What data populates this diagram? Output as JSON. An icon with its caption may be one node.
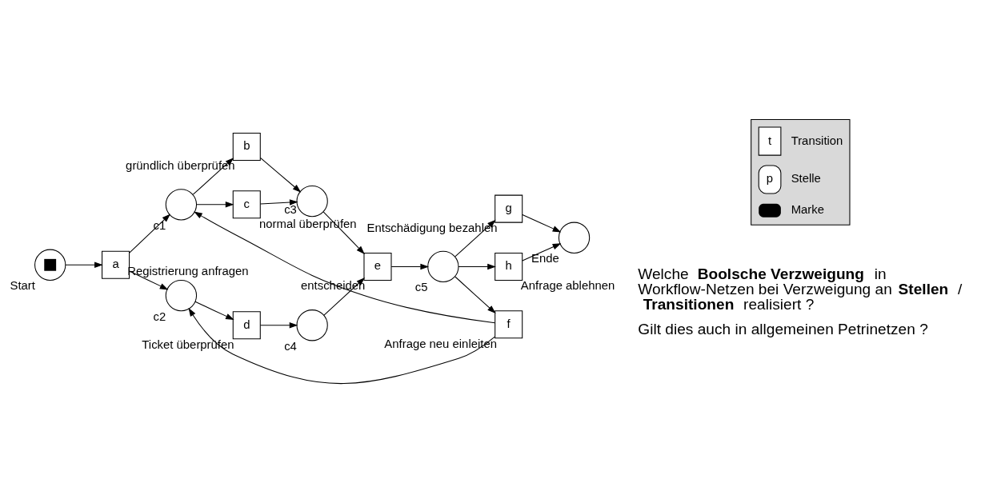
{
  "diagram": {
    "nodes": [
      {
        "text": [],
        "shape": "circle",
        "beside": [
          "Start"
        ]
      },
      {
        "text": [
          "a"
        ],
        "beside": [
          "Registrierung anfragen"
        ]
      },
      {
        "text": [],
        "shape": "circle",
        "beside": [
          "c1"
        ]
      },
      {
        "text": [],
        "shape": "circle",
        "beside": [
          "c2"
        ]
      },
      {
        "text": [
          "b"
        ],
        "beside": [
          "gründlich überprüfen"
        ]
      },
      {
        "text": [
          "c"
        ],
        "beside": [
          "normal überprüfen"
        ]
      },
      {
        "text": [
          "d"
        ],
        "beside": [
          "Ticket überprüfen"
        ]
      },
      {
        "text": [],
        "shape": "circle",
        "beside": [
          "c3"
        ]
      },
      {
        "text": [],
        "shape": "circle",
        "beside": [
          "c4"
        ]
      },
      {
        "text": [
          "e"
        ],
        "beside": [
          "entscheiden"
        ]
      },
      {
        "text": [],
        "shape": "circle",
        "beside": [
          "c5"
        ]
      },
      {
        "text": [
          "g"
        ],
        "beside": [
          "Entschädigung bezahlen"
        ]
      },
      {
        "text": [
          "h"
        ],
        "beside": [
          "Anfrage ablehnen"
        ]
      },
      {
        "text": [
          "f"
        ],
        "beside": [
          "Anfrage neu einleiten"
        ]
      },
      {
        "text": [],
        "shape": "circle",
        "beside": [
          "Ende"
        ]
      }
    ],
    "edges": [
      {
        "from": 0,
        "to": 1,
        "arrow": "to"
      },
      {
        "from": 1,
        "to": 2,
        "arrow": "to"
      },
      {
        "from": 1,
        "to": 3,
        "arrow": "to"
      },
      {
        "from": 2,
        "to": 4,
        "arrow": "to"
      },
      {
        "from": 2,
        "to": 5,
        "arrow": "to"
      },
      {
        "from": 3,
        "to": 6,
        "arrow": "to"
      },
      {
        "from": 4,
        "to": 7,
        "arrow": "to"
      },
      {
        "from": 5,
        "to": 7,
        "arrow": "to"
      },
      {
        "from": 6,
        "to": 8,
        "arrow": "to"
      },
      {
        "from": 7,
        "to": 9,
        "arrow": "to"
      },
      {
        "from": 8,
        "to": 9,
        "arrow": "to"
      },
      {
        "from": 9,
        "to": 10,
        "arrow": "to"
      },
      {
        "from": 10,
        "to": 11,
        "arrow": "to"
      },
      {
        "from": 10,
        "to": 12,
        "arrow": "to"
      },
      {
        "from": 11,
        "to": 14,
        "arrow": "to"
      },
      {
        "from": 12,
        "to": 14,
        "arrow": "to"
      },
      {
        "from": 10,
        "to": 13,
        "arrow": "to"
      },
      {
        "from": 13,
        "to": 3,
        "arrow": "to"
      },
      {
        "from": 13,
        "to": 2,
        "arrow": "to"
      }
    ],
    "labels": [
      "t",
      "p",
      "Welche **Boolsche Verzweigung** in Workflow-Netzen bei Verzweigung an **Stellen** / **Transitionen** realisiert ?",
      "Gilt dies auch in allgemeinen Petrinetzen ?"
    ],
    "legend": [
      {
        "text": "Transition"
      },
      {
        "text": "Stelle"
      },
      {
        "text": "Marke"
      }
    ]
  }
}
